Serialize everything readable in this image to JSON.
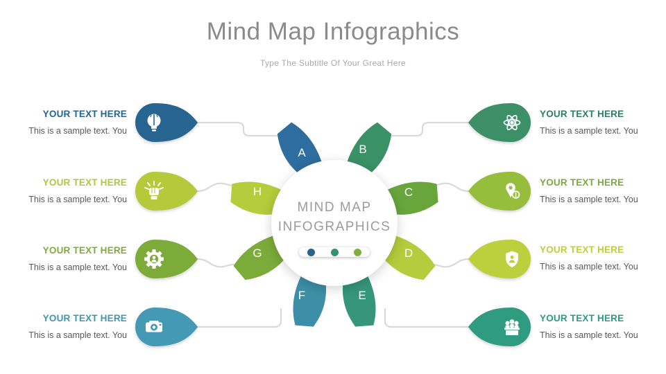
{
  "slide": {
    "title": "Mind Map Infographics",
    "subtitle": "Type The Subtitle Of Your Great Here"
  },
  "center": {
    "line1": "MIND MAP",
    "line2": "INFOGRAPHICS",
    "dots": [
      "#26648f",
      "#2e9474",
      "#7fb03f"
    ]
  },
  "petals": [
    {
      "letter": "A",
      "color": "#2d6da0"
    },
    {
      "letter": "B",
      "color": "#3b9166"
    },
    {
      "letter": "C",
      "color": "#68a63c"
    },
    {
      "letter": "D",
      "color": "#b5cc3c"
    },
    {
      "letter": "E",
      "color": "#35967c"
    },
    {
      "letter": "F",
      "color": "#3d8fa8"
    },
    {
      "letter": "G",
      "color": "#7cab3a"
    },
    {
      "letter": "H",
      "color": "#b5cc3c"
    }
  ],
  "items": {
    "left": [
      {
        "heading": "YOUR TEXT HERE",
        "heading_color": "#26648f",
        "body": "This is a sample text. You",
        "shape_color": "#27648f",
        "icon": "brain-idea-icon"
      },
      {
        "heading": "YOUR TEXT HERE",
        "heading_color": "#aec93c",
        "body": "This is a sample text. You",
        "shape_color": "#b4ca3b",
        "icon": "fist-rays-icon"
      },
      {
        "heading": "YOUR TEXT HERE",
        "heading_color": "#84a93c",
        "body": "This is a sample text. You",
        "shape_color": "#7cab3a",
        "icon": "gear-user-icon"
      },
      {
        "heading": "YOUR TEXT HERE",
        "heading_color": "#3e97b2",
        "body": "This is a sample text. You",
        "shape_color": "#4499b4",
        "icon": "camera-icon"
      }
    ],
    "right": [
      {
        "heading": "YOUR TEXT HERE",
        "heading_color": "#2e7d64",
        "body": "This is a sample text. You",
        "shape_color": "#3d8f68",
        "icon": "atom-icon"
      },
      {
        "heading": "YOUR TEXT HERE",
        "heading_color": "#7daa3e",
        "body": "This is a sample text. You",
        "shape_color": "#96be3c",
        "icon": "dollar-pin-icon"
      },
      {
        "heading": "YOUR TEXT HERE",
        "heading_color": "#bccf3d",
        "body": "This is a sample text. You",
        "shape_color": "#bcd03e",
        "icon": "shield-user-icon"
      },
      {
        "heading": "YOUR TEXT HERE",
        "heading_color": "#2a9c85",
        "body": "This is a sample text. You",
        "shape_color": "#2f9c82",
        "icon": "team-desk-icon"
      }
    ]
  }
}
